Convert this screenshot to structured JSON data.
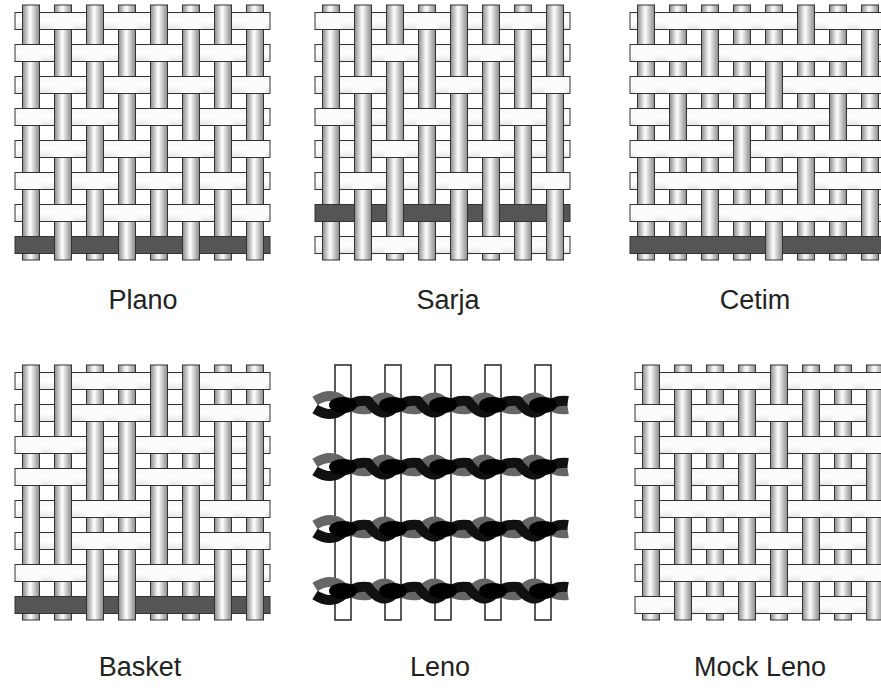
{
  "diagram": {
    "labels": [
      "Plano",
      "Sarja",
      "Cetim",
      "Basket",
      "Leno",
      "Mock Leno"
    ]
  }
}
